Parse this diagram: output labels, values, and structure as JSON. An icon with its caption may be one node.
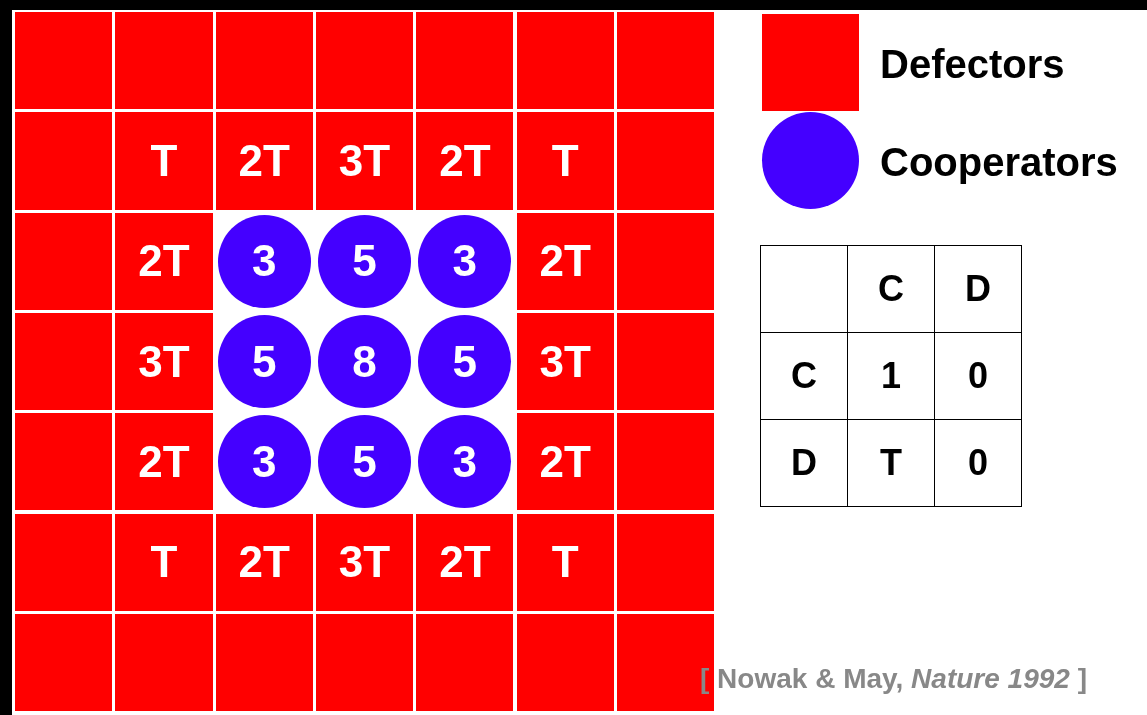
{
  "diagram": {
    "caption": "[ Nowak & May, *Nature 1992* ]",
    "nodes": [
      {
        "text": [],
        "shape": "box"
      },
      {
        "text": [],
        "shape": "box"
      },
      {
        "text": [],
        "shape": "box"
      },
      {
        "text": [],
        "shape": "box"
      },
      {
        "text": [],
        "shape": "box"
      },
      {
        "text": [],
        "shape": "box"
      },
      {
        "text": [],
        "shape": "box"
      },
      {
        "text": [],
        "shape": "box"
      },
      {
        "text": [
          "T"
        ]
      },
      {
        "text": [
          "2T"
        ]
      },
      {
        "text": [
          "3T"
        ]
      },
      {
        "text": [
          "2T"
        ]
      },
      {
        "text": [
          "T"
        ]
      },
      {
        "text": [],
        "shape": "box"
      },
      {
        "text": [],
        "shape": "box"
      },
      {
        "text": [
          "2T"
        ]
      },
      {
        "text": [
          "3"
        ]
      },
      {
        "text": [
          "5"
        ]
      },
      {
        "text": [
          "3"
        ]
      },
      {
        "text": [
          "2T"
        ]
      },
      {
        "text": [],
        "shape": "box"
      },
      {
        "text": [],
        "shape": "box"
      },
      {
        "text": [
          "3T"
        ]
      },
      {
        "text": [
          "5"
        ]
      },
      {
        "text": [
          "8"
        ]
      },
      {
        "text": [
          "5"
        ]
      },
      {
        "text": [
          "3T"
        ]
      },
      {
        "text": [],
        "shape": "box"
      },
      {
        "text": [],
        "shape": "box"
      },
      {
        "text": [
          "2T"
        ]
      },
      {
        "text": [
          "3"
        ]
      },
      {
        "text": [
          "5"
        ]
      },
      {
        "text": [
          "3"
        ]
      },
      {
        "text": [
          "2T"
        ]
      },
      {
        "text": [],
        "shape": "box"
      },
      {
        "text": [],
        "shape": "box"
      },
      {
        "text": [
          "T"
        ]
      },
      {
        "text": [
          "2T"
        ]
      },
      {
        "text": [
          "3T"
        ]
      },
      {
        "text": [
          "2T"
        ]
      },
      {
        "text": [
          "T"
        ]
      },
      {
        "text": [],
        "shape": "box"
      },
      {
        "text": [],
        "shape": "box"
      },
      {
        "text": [],
        "shape": "box"
      },
      {
        "text": [],
        "shape": "box"
      },
      {
        "text": [],
        "shape": "box"
      },
      {
        "text": [],
        "shape": "box"
      },
      {
        "text": [],
        "shape": "box"
      },
      {
        "text": [],
        "shape": "box"
      }
    ],
    "labels": [
      "C",
      "D",
      "C",
      "1",
      "0",
      "D",
      "T",
      "0"
    ],
    "legend": [
      {
        "text": "Defectors",
        "color": "#ff0000"
      },
      {
        "text": "Cooperators",
        "color": "#4400ff"
      }
    ]
  }
}
